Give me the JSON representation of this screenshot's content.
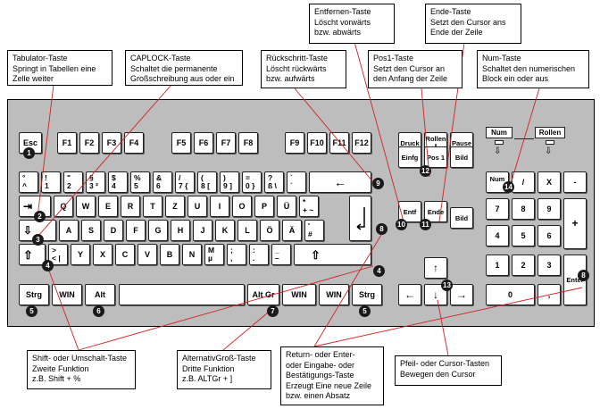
{
  "callouts": {
    "tab": [
      "Tabulator-Taste",
      "Springt in Tabellen eine",
      "Zelle weiter"
    ],
    "caps": [
      "CAPLOCK-Taste",
      "Schaltet die permanente",
      "Großschreibung aus oder ein"
    ],
    "backspace": [
      "Rückschritt-Taste",
      "Löscht rückwärts",
      "bzw. aufwärts"
    ],
    "delete": [
      "Entfernen-Taste",
      "Löscht vorwärts",
      "bzw. abwärts"
    ],
    "pos1": [
      "Pos1-Taste",
      "Setzt den Cursor an",
      "den Anfang der Zeile"
    ],
    "end": [
      "Ende-Taste",
      "Setzt den Cursor ans",
      "Ende der Zeile"
    ],
    "num": [
      "Num-Taste",
      "Schaltet den numerischen",
      "Block ein oder aus"
    ],
    "shift": [
      "Shift- oder Umschalt-Taste",
      "Zweite Funktion",
      "z.B. Shift + %"
    ],
    "altgr": [
      "AlternativGroß-Taste",
      "Dritte Funktion",
      "z.B. ALTGr + ]"
    ],
    "enter": [
      "Return- oder Enter-",
      "oder Eingabe- oder",
      "Bestätigungs-Taste",
      "Erzeugt Eine neue Zeile",
      "bzw. einen Absatz"
    ],
    "arrows": [
      "Pfeil- oder Cursor-Tasten",
      "Bewegen den Cursor"
    ]
  },
  "keys": {
    "esc": "Esc",
    "f": [
      "F1",
      "F2",
      "F3",
      "F4",
      "F5",
      "F6",
      "F7",
      "F8",
      "F9",
      "F10",
      "F11",
      "F12"
    ],
    "druck": "Druck",
    "rollen": "Rollen",
    "pause": "Pause",
    "num_row": [
      [
        "°",
        "^"
      ],
      [
        "!",
        "1"
      ],
      [
        "\"",
        "2"
      ],
      [
        "§",
        "3 ²"
      ],
      [
        "$",
        "4"
      ],
      [
        "%",
        "5"
      ],
      [
        "&",
        "6"
      ],
      [
        "/",
        "7 {"
      ],
      [
        "(",
        "8 ["
      ],
      [
        ")",
        "9 ]"
      ],
      [
        "=",
        "0 }"
      ],
      [
        "?",
        "ß \\"
      ],
      [
        "`",
        "´"
      ]
    ],
    "backspace": "←",
    "tab": "⇥",
    "qrow": [
      "Q",
      "W",
      "E",
      "R",
      "T",
      "Z",
      "U",
      "I",
      "O",
      "P",
      "Ü"
    ],
    "plus": [
      "*",
      "+ ~"
    ],
    "caps": "⇩",
    "arow": [
      "A",
      "S",
      "D",
      "F",
      "G",
      "H",
      "J",
      "K",
      "L",
      "Ö",
      "Ä"
    ],
    "hash": [
      "'",
      "#"
    ],
    "shift": "⇧",
    "lt": [
      ">",
      "< |"
    ],
    "yrow": [
      "Y",
      "X",
      "C",
      "V",
      "B",
      "N"
    ],
    "m": [
      "M",
      "µ"
    ],
    "comma": [
      ";",
      ","
    ],
    "dot": [
      ":",
      "."
    ],
    "minus": [
      "_",
      "–"
    ],
    "strg": "Strg",
    "win": "WIN",
    "alt": "Alt",
    "altgr": "Alt Gr",
    "einfg": "Einfg",
    "pos1": "Pos 1",
    "bild": "Bild",
    "entf": "Entf",
    "ende": "Ende",
    "arrow_up": "↑",
    "arrow_left": "←",
    "arrow_down": "↓",
    "arrow_right": "→",
    "num": "Num",
    "num_div": "/",
    "num_mul": "X",
    "num_minus": "-",
    "num_plus": "+",
    "num_enter": "Enter",
    "num_0": "0",
    "num_comma": ",",
    "numpad": [
      "7",
      "8",
      "9",
      "4",
      "5",
      "6",
      "1",
      "2",
      "3"
    ],
    "lamp_num": "Num",
    "lamp_rollen": "Rollen"
  },
  "badges": [
    "1",
    "2",
    "3",
    "4",
    "5",
    "6",
    "7",
    "8",
    "9",
    "10",
    "11",
    "12",
    "13",
    "14"
  ]
}
